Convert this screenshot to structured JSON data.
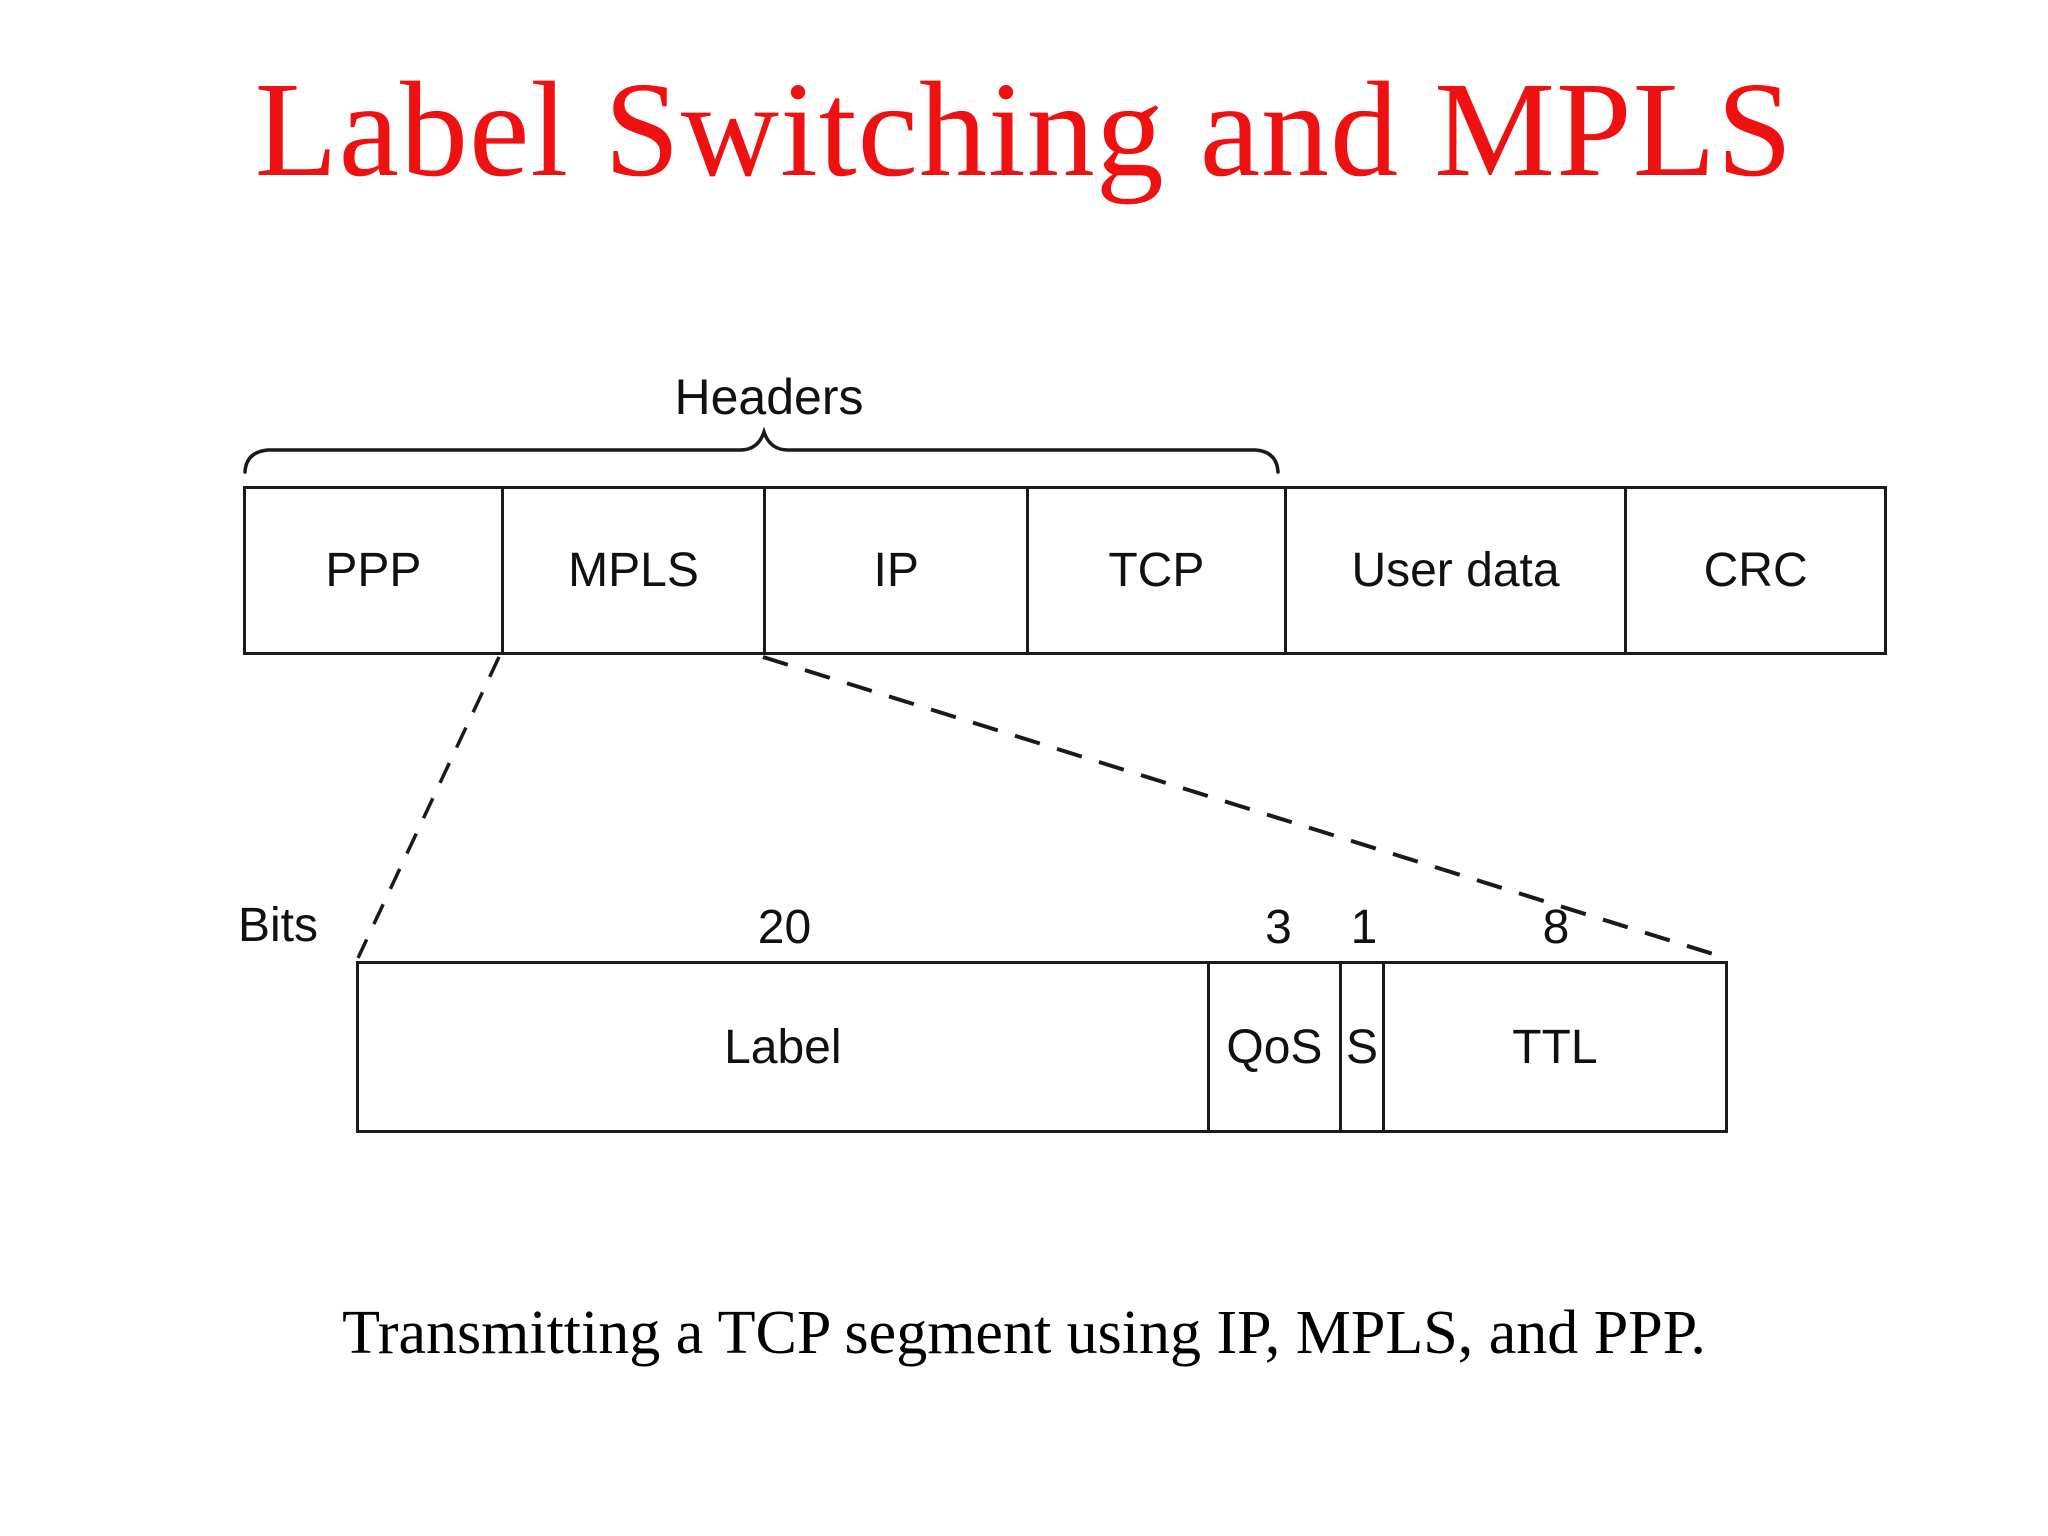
{
  "slide": {
    "title": "Label Switching and MPLS",
    "caption": "Transmitting a TCP segment using IP, MPLS, and PPP.",
    "title_color": "#ee1111"
  },
  "diagram": {
    "headers_brace_label": "Headers",
    "bits_axis_label": "Bits",
    "line_color": "#1a1a1a",
    "packet_row": {
      "fields": [
        {
          "label": "PPP"
        },
        {
          "label": "MPLS"
        },
        {
          "label": "IP"
        },
        {
          "label": "TCP"
        },
        {
          "label": "User data"
        },
        {
          "label": "CRC"
        }
      ]
    },
    "mpls_bit_row": {
      "fields": [
        {
          "label": "Label",
          "bits": "20"
        },
        {
          "label": "QoS",
          "bits": "3"
        },
        {
          "label": "S",
          "bits": "1"
        },
        {
          "label": "TTL",
          "bits": "8"
        }
      ]
    }
  }
}
